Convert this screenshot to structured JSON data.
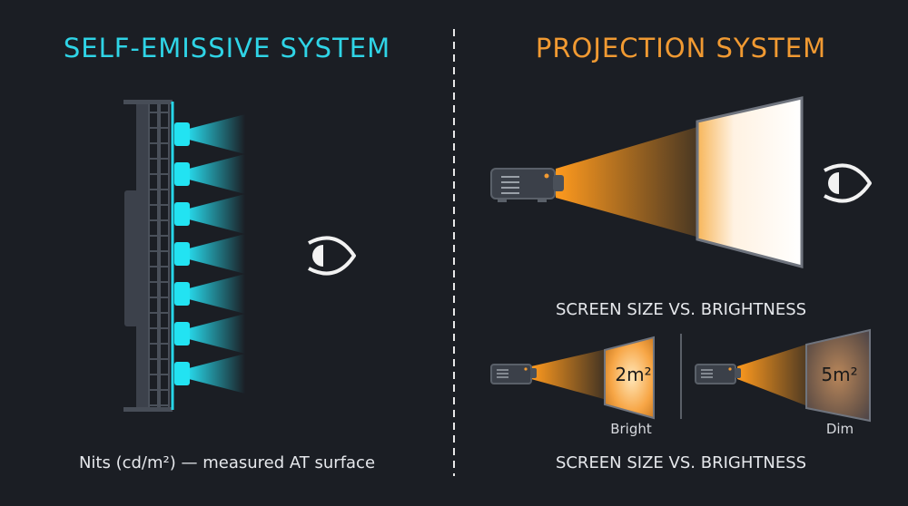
{
  "left": {
    "title": "SELF-EMISSIVE SYSTEM",
    "caption": "Nits (cd/m²) — measured AT surface",
    "accent_color": "#2fd4e6",
    "emitter_count": 7
  },
  "right": {
    "title": "PROJECTION SYSTEM",
    "caption_top": "SCREEN SIZE VS. BRIGHTNESS",
    "caption_bottom": "SCREEN SIZE VS. BRIGHTNESS",
    "accent_color": "#f19a32",
    "examples": [
      {
        "area": "2m²",
        "label": "Bright"
      },
      {
        "area": "5m²",
        "label": "Dim"
      }
    ]
  },
  "icons": [
    "eye-icon",
    "projector-icon",
    "screen-icon",
    "led-panel-icon"
  ]
}
